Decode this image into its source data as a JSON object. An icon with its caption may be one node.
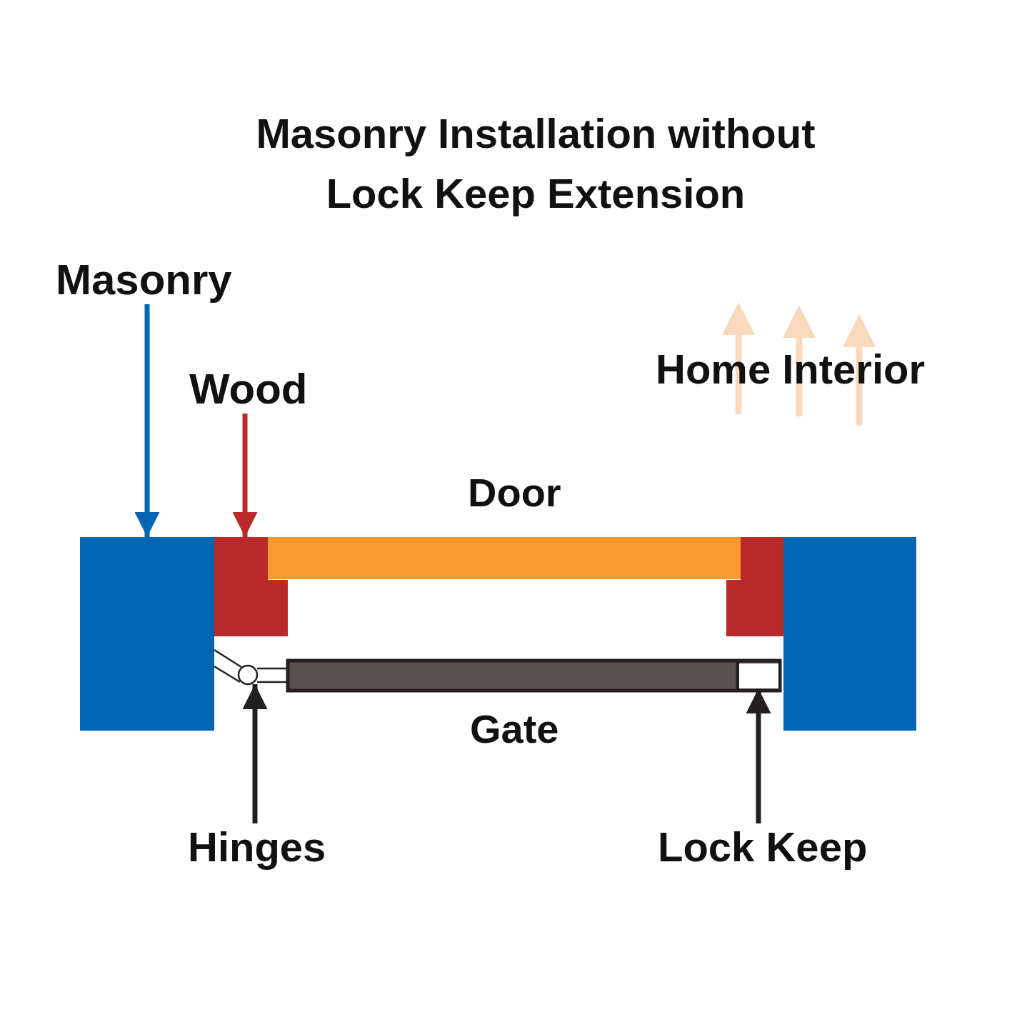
{
  "diagram": {
    "title": "Masonry Installation without Lock Keep Extension",
    "nodes": [
      {
        "text": [
          "Masonry"
        ]
      },
      {
        "text": [],
        "shape": "box"
      },
      {
        "text": [
          "Wood"
        ]
      },
      {
        "text": [],
        "shape": "box"
      },
      {
        "text": [
          "Hinges"
        ]
      },
      {
        "text": [],
        "shape": "circle"
      },
      {
        "text": [
          "Lock Keep"
        ]
      },
      {
        "text": [],
        "shape": "box"
      }
    ],
    "edges": [
      {
        "from": 0,
        "to": 1,
        "arrow": "to",
        "color": "#0066b3"
      },
      {
        "from": 2,
        "to": 3,
        "arrow": "to",
        "color": "#bb2a2a"
      },
      {
        "from": 4,
        "to": 5,
        "arrow": "to"
      },
      {
        "from": 6,
        "to": 7,
        "arrow": "to"
      }
    ],
    "labels": [
      "Home Interior",
      "Door",
      "Gate"
    ]
  }
}
